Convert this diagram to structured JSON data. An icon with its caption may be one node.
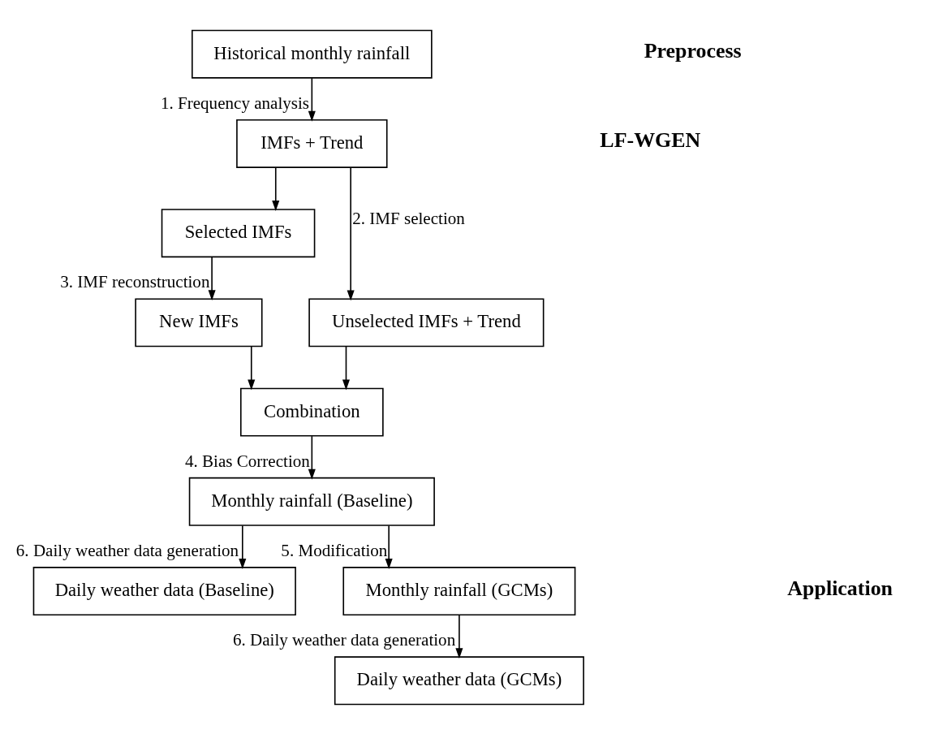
{
  "diagram": {
    "nodes": [
      {
        "text": [
          "Historical monthly rainfall"
        ]
      },
      {
        "text": [
          "IMFs + Trend"
        ]
      },
      {
        "text": [
          "Selected IMFs"
        ]
      },
      {
        "text": [
          "Unselected IMFs + Trend"
        ]
      },
      {
        "text": [
          "New IMFs"
        ]
      },
      {
        "text": [
          "Combination"
        ]
      },
      {
        "text": [
          "Monthly rainfall (Baseline)"
        ]
      },
      {
        "text": [
          "Daily weather data (Baseline)"
        ]
      },
      {
        "text": [
          "Monthly rainfall (GCMs)"
        ]
      },
      {
        "text": [
          "Daily weather data (GCMs)"
        ]
      }
    ],
    "edges": [
      {
        "from": 0,
        "to": 1,
        "arrow": "to",
        "label": "1. Frequency analysis"
      },
      {
        "from": 1,
        "to": 2,
        "arrow": "to"
      },
      {
        "from": 1,
        "to": 3,
        "arrow": "to",
        "label": "2. IMF selection"
      },
      {
        "from": 2,
        "to": 4,
        "arrow": "to",
        "label": "3. IMF reconstruction"
      },
      {
        "from": 4,
        "to": 5,
        "arrow": "to"
      },
      {
        "from": 3,
        "to": 5,
        "arrow": "to"
      },
      {
        "from": 5,
        "to": 6,
        "arrow": "to",
        "label": "4. Bias Correction"
      },
      {
        "from": 6,
        "to": 7,
        "arrow": "to",
        "label": "6. Daily weather data generation"
      },
      {
        "from": 6,
        "to": 8,
        "arrow": "to",
        "label": "5. Modification"
      },
      {
        "from": 8,
        "to": 9,
        "arrow": "to",
        "label": "6. Daily weather data generation"
      }
    ],
    "labels": [
      "Preprocess",
      "LF-WGEN",
      "Application"
    ]
  }
}
